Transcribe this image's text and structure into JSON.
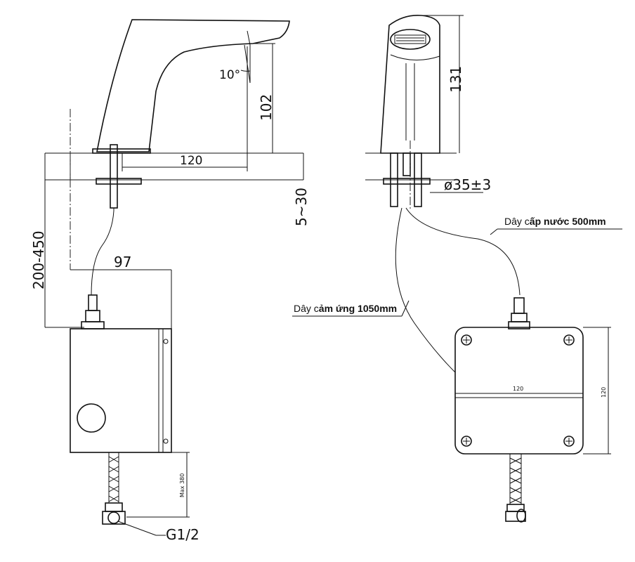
{
  "dimensions": {
    "spout_angle": "10°",
    "spout_height": "102",
    "spout_reach": "120",
    "deck_thickness": "5~30",
    "install_height_range": "200-450",
    "box_width": "97",
    "faucet_height": "131",
    "mount_hole_diameter": "ø35±3",
    "box_front_width": "120",
    "box_front_height": "120",
    "hose_max_length": "Max 380",
    "inlet_thread": "G1/2"
  },
  "labels": {
    "supply_cable_prefix": "Dây c",
    "supply_cable_bold": "ấp nước 500mm",
    "sensor_cable_prefix": "Dây c",
    "sensor_cable_bold": "ảm ứng 1050mm"
  }
}
